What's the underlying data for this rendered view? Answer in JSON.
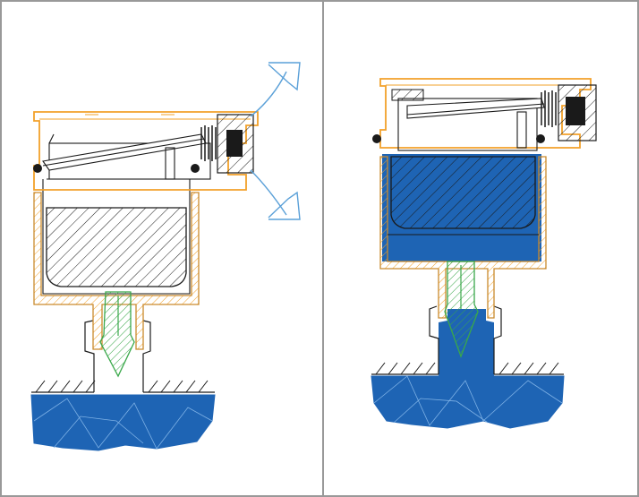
{
  "figure": {
    "panels": [
      {
        "id": "left",
        "state": "air-venting",
        "arrows_visible": true
      },
      {
        "id": "right",
        "state": "water-filled",
        "arrows_visible": false
      }
    ]
  },
  "colors": {
    "frame": "#999999",
    "outline": "#1a1a1a",
    "brass": "#f2a12a",
    "brass_dark": "#c98a2d",
    "water": "#1e64b4",
    "water_line": "#7fb2e6",
    "arrow": "#5aa0d8",
    "stem": "#3aa84a"
  }
}
